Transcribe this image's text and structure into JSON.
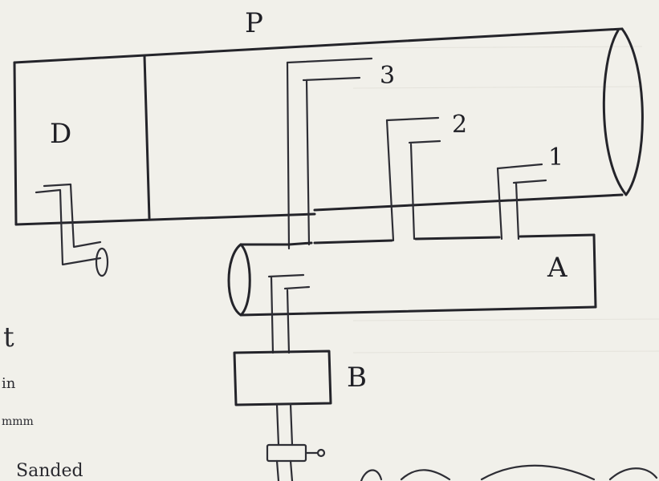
{
  "labels": {
    "top_vessel": "P",
    "left_chamber": "D",
    "lower_vessel": "A",
    "box": "B",
    "tube_1": "1",
    "tube_2": "2",
    "tube_3": "3"
  },
  "margin_text": {
    "line_1": "t",
    "line_2": "in",
    "line_3": "mmm",
    "line_4": "Sanded"
  },
  "colors": {
    "paper": "#f1f0ea",
    "ink": "#24242a"
  }
}
